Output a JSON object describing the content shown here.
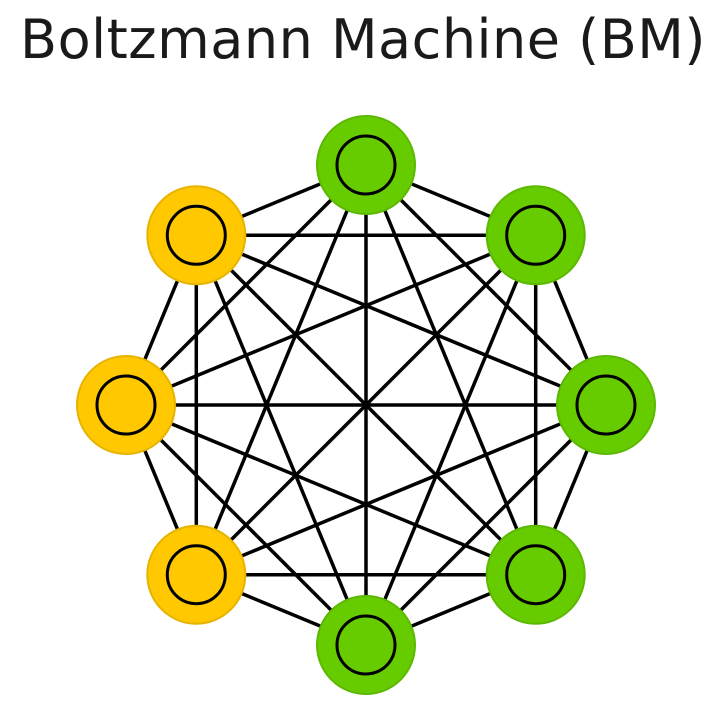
{
  "diagram": {
    "title": "Boltzmann Machine (BM)",
    "colors": {
      "visible_fill": "#FFC800",
      "visible_stroke": "#E6B400",
      "hidden_fill": "#66CC00",
      "hidden_stroke": "#5CB800",
      "inner_ring": "#000000",
      "edge": "#000000"
    },
    "nodes": [
      {
        "id": "n0",
        "type": "hidden"
      },
      {
        "id": "n1",
        "type": "hidden"
      },
      {
        "id": "n2",
        "type": "hidden"
      },
      {
        "id": "n3",
        "type": "hidden"
      },
      {
        "id": "n4",
        "type": "hidden"
      },
      {
        "id": "n5",
        "type": "visible"
      },
      {
        "id": "n6",
        "type": "visible"
      },
      {
        "id": "n7",
        "type": "visible"
      }
    ],
    "connectivity": "fully-connected"
  }
}
